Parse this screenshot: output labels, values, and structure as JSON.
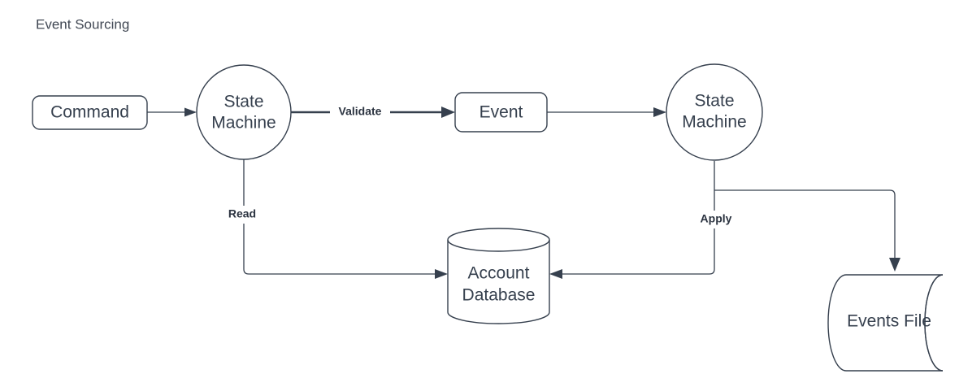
{
  "title": "Event Sourcing",
  "theme": {
    "background": "#ffffff",
    "stroke": "#36404e",
    "text": "#36404e",
    "title_text": "#404753",
    "label_text": "#2b3340"
  },
  "nodes": [
    {
      "id": "command",
      "label": "Command",
      "shape": "rounded-rectangle"
    },
    {
      "id": "state-machine-left",
      "label_line1": "State",
      "label_line2": "Machine",
      "shape": "circle"
    },
    {
      "id": "event",
      "label": "Event",
      "shape": "rounded-rectangle"
    },
    {
      "id": "state-machine-right",
      "label_line1": "State",
      "label_line2": "Machine",
      "shape": "circle"
    },
    {
      "id": "account-database",
      "label_line1": "Account",
      "label_line2": "Database",
      "shape": "cylinder"
    },
    {
      "id": "events-file",
      "label": "Events File",
      "shape": "tape-cylinder"
    }
  ],
  "edges": [
    {
      "id": "command-to-state-machine",
      "from": "command",
      "to": "state-machine-left",
      "label": ""
    },
    {
      "id": "state-machine-to-event",
      "from": "state-machine-left",
      "to": "event",
      "label": "Validate"
    },
    {
      "id": "event-to-state-machine-right",
      "from": "event",
      "to": "state-machine-right",
      "label": ""
    },
    {
      "id": "state-machine-to-database-read",
      "from": "state-machine-left",
      "to": "account-database",
      "label": "Read"
    },
    {
      "id": "state-machine-right-to-database",
      "from": "state-machine-right",
      "to": "account-database",
      "label": "Apply"
    },
    {
      "id": "state-machine-right-to-events-file",
      "from": "state-machine-right",
      "to": "events-file",
      "label": ""
    }
  ]
}
